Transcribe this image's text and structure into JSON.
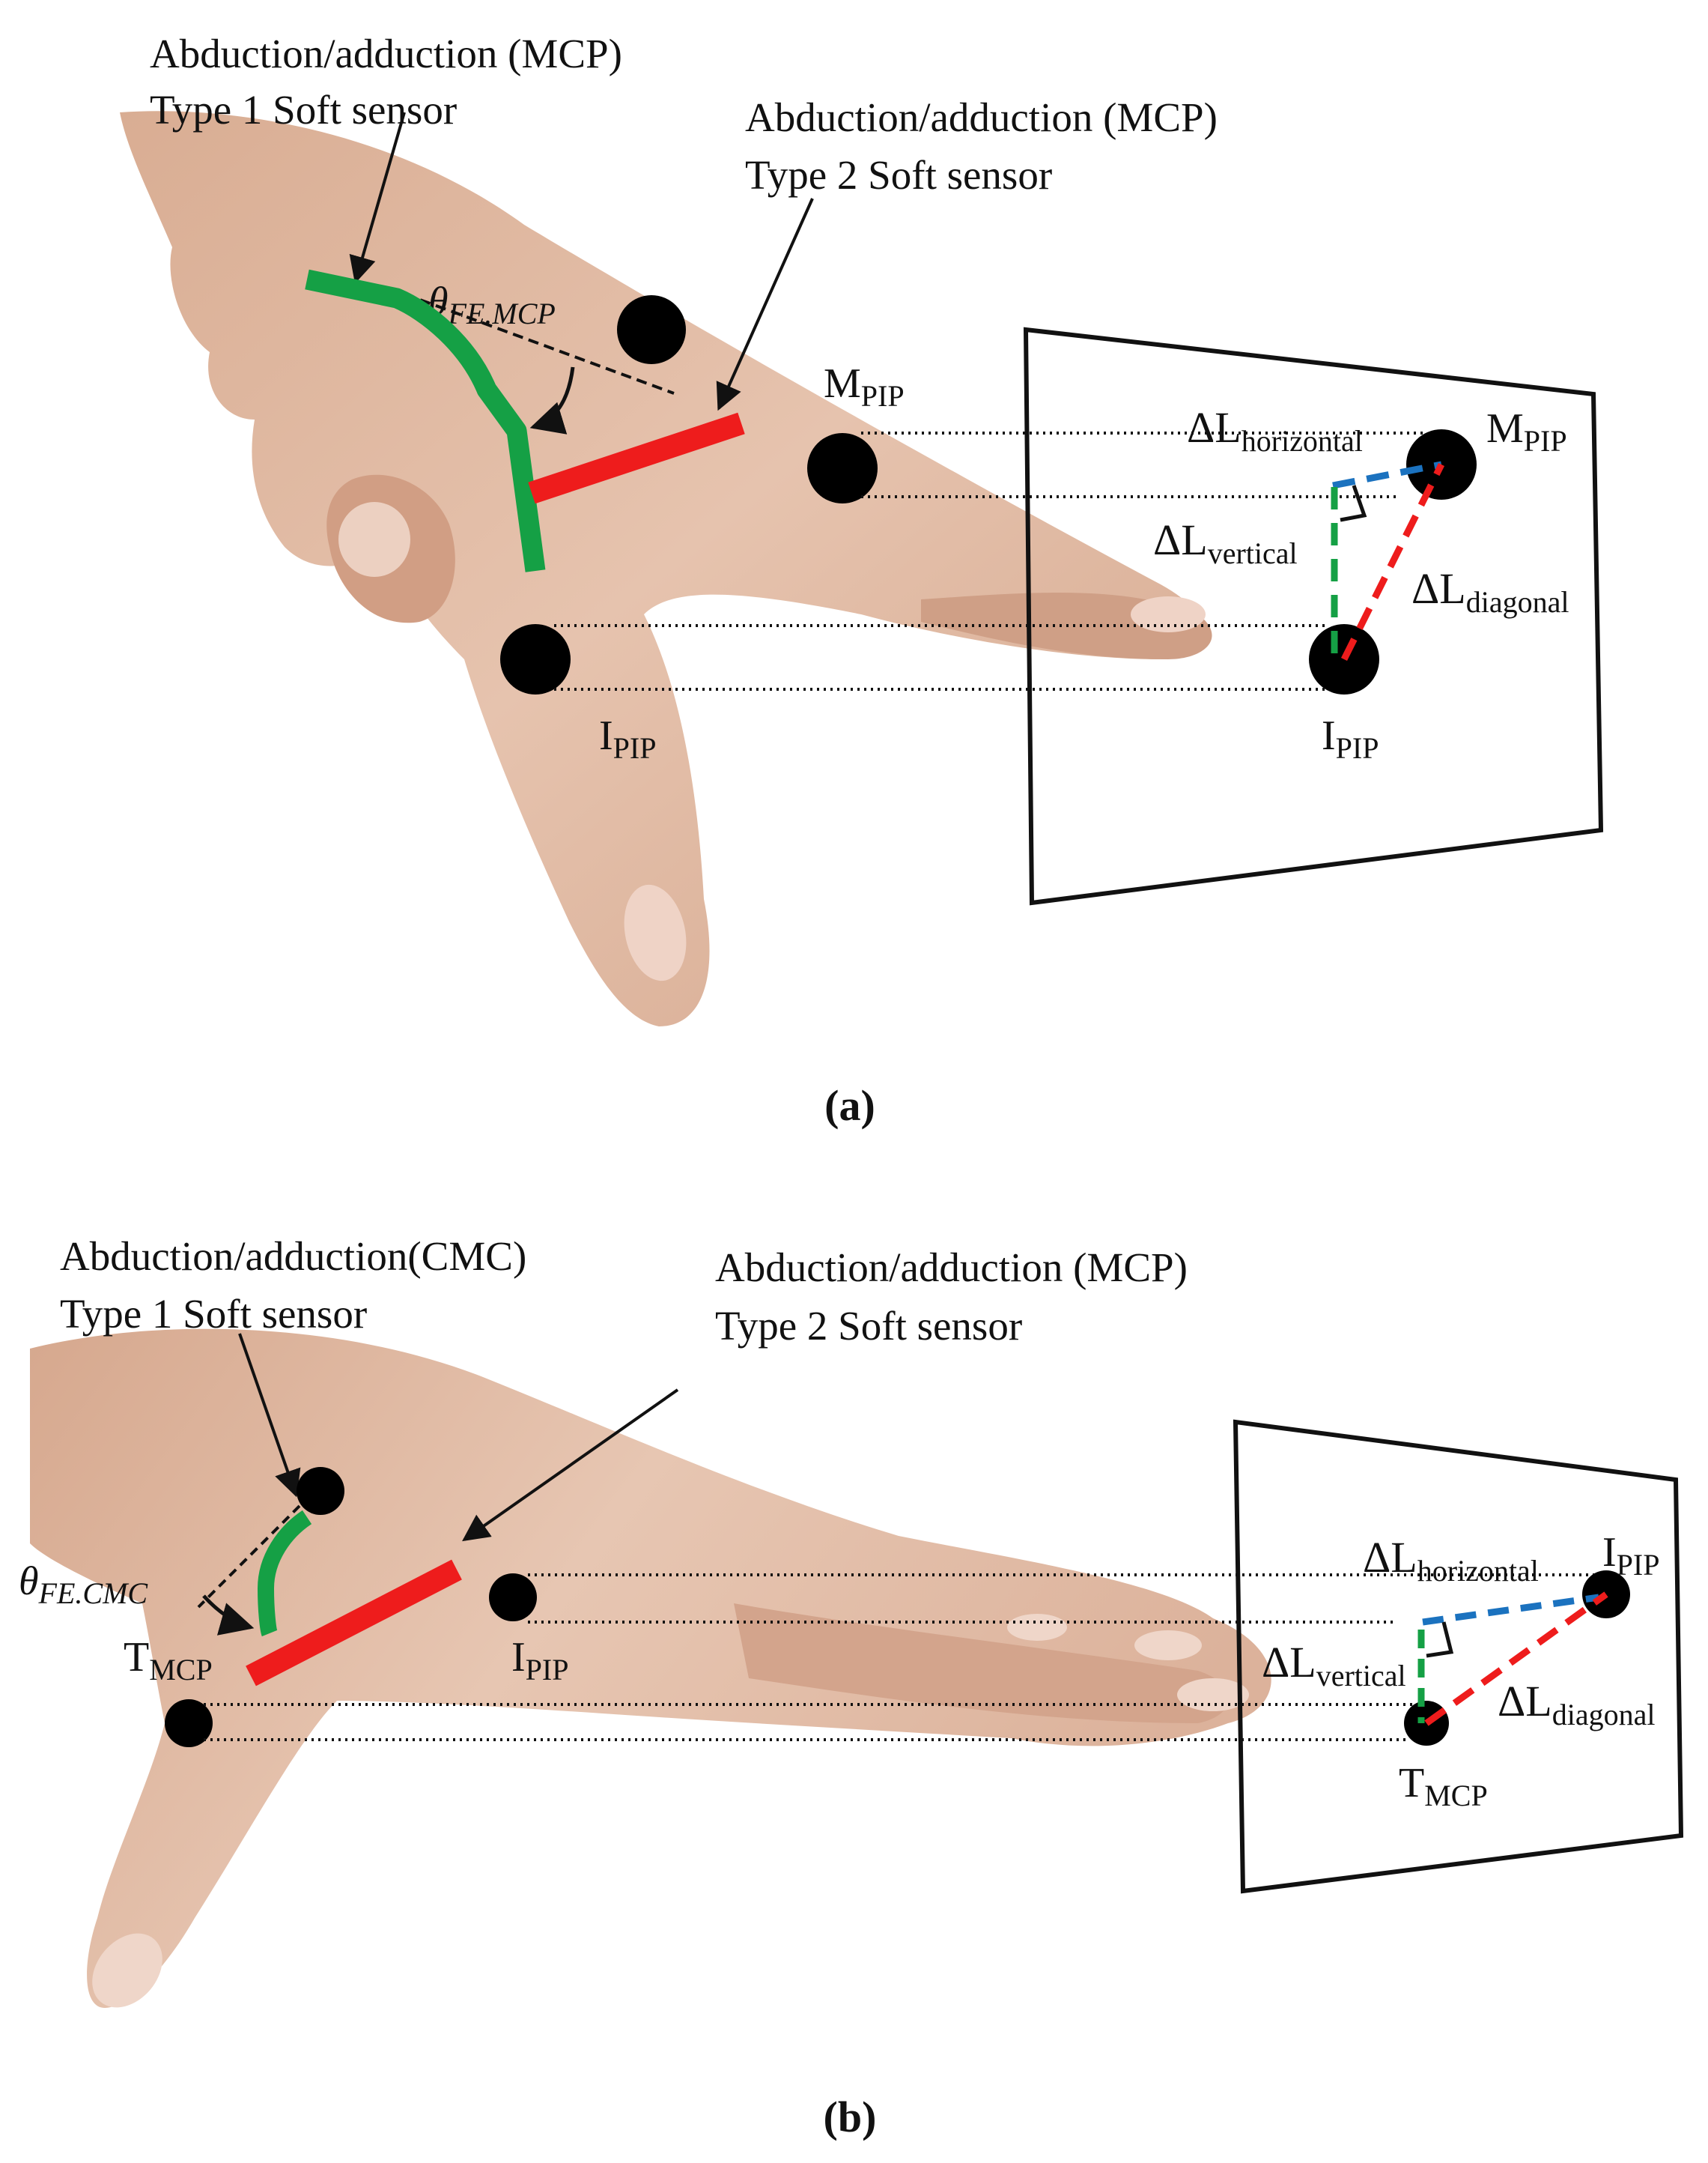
{
  "colors": {
    "type1_sensor": "#15a045",
    "type2_sensor": "#ee1c1c",
    "horizontal": "#1b72bf",
    "vertical": "#15a045",
    "diagonal": "#ee1c1c",
    "marker": "#000000",
    "skin": "#e2bca6"
  },
  "panel_a": {
    "type1_title": "Abduction/adduction (MCP)",
    "type1_subtitle": "Type 1 Soft sensor",
    "type2_title": "Abduction/adduction (MCP)",
    "type2_subtitle": "Type 2 Soft sensor",
    "angle_symbol": "θ",
    "angle_subscript": "FE.MCP",
    "marker_upper": {
      "base": "M",
      "sub": "PIP"
    },
    "marker_lower": {
      "base": "I",
      "sub": "PIP"
    },
    "plane": {
      "upper_marker": {
        "base": "M",
        "sub": "PIP"
      },
      "lower_marker": {
        "base": "I",
        "sub": "PIP"
      },
      "horizontal": {
        "base": "ΔL",
        "sub": "horizontal"
      },
      "vertical": {
        "base": "ΔL",
        "sub": "vertical"
      },
      "diagonal": {
        "base": "ΔL",
        "sub": "diagonal"
      }
    },
    "caption": "(a)"
  },
  "panel_b": {
    "type1_title": "Abduction/adduction(CMC)",
    "type1_subtitle": "Type 1 Soft sensor",
    "type2_title": "Abduction/adduction (MCP)",
    "type2_subtitle": "Type 2 Soft sensor",
    "angle_symbol": "θ",
    "angle_subscript": "FE.CMC",
    "marker_upper": {
      "base": "I",
      "sub": "PIP"
    },
    "marker_lower": {
      "base": "T",
      "sub": "MCP"
    },
    "plane": {
      "upper_marker": {
        "base": "I",
        "sub": "PIP"
      },
      "lower_marker": {
        "base": "T",
        "sub": "MCP"
      },
      "horizontal": {
        "base": "ΔL",
        "sub": "horizontal"
      },
      "vertical": {
        "base": "ΔL",
        "sub": "vertical"
      },
      "diagonal": {
        "base": "ΔL",
        "sub": "diagonal"
      }
    },
    "caption": "(b)"
  }
}
